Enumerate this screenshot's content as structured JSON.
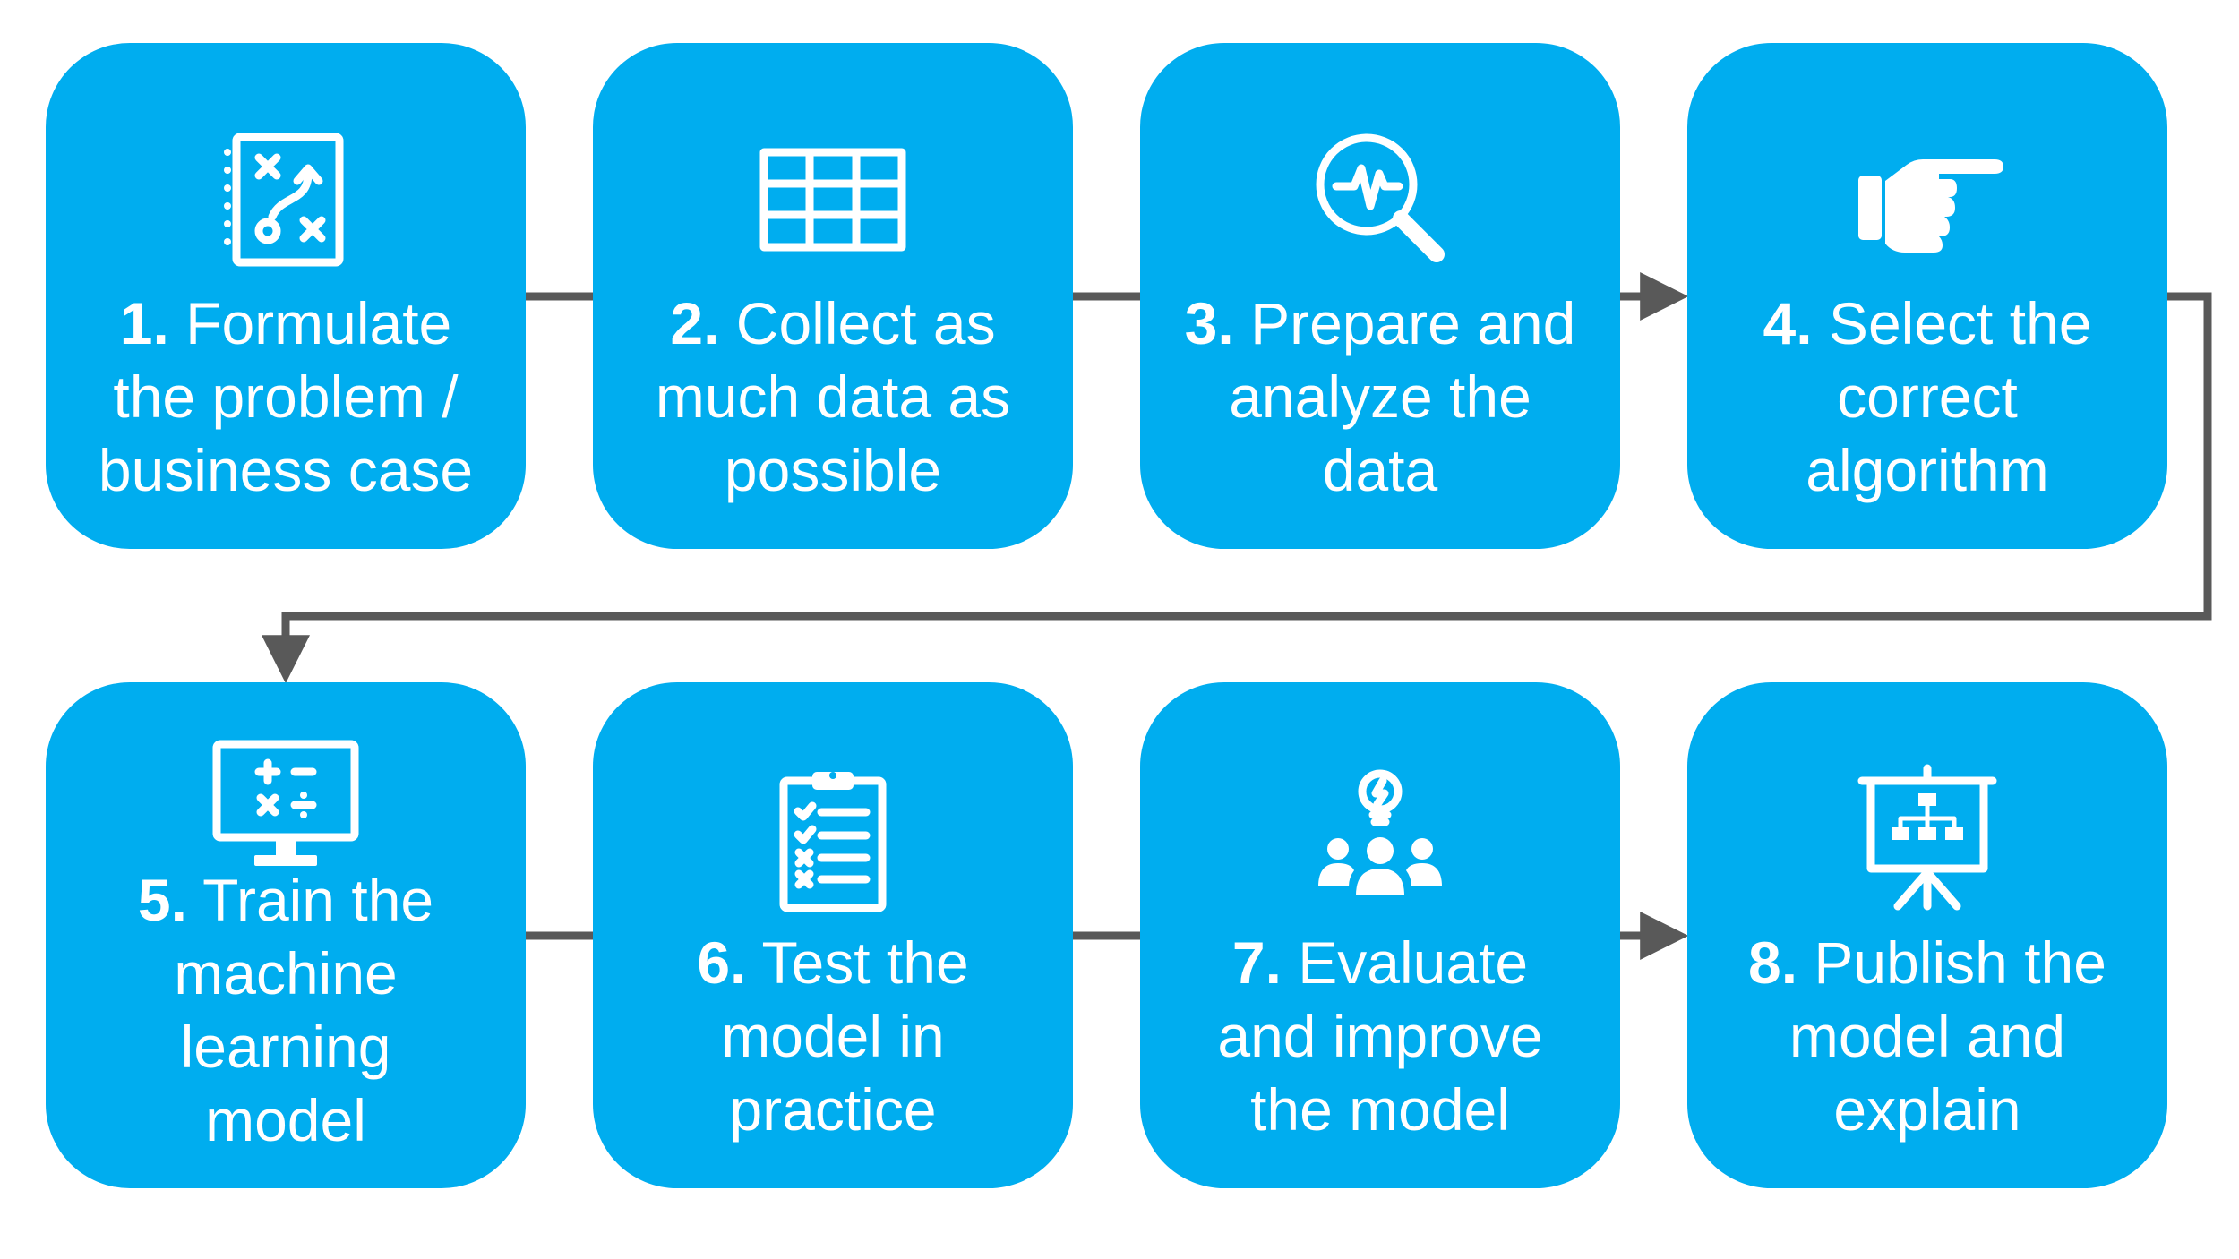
{
  "steps": [
    {
      "number": "1.",
      "lines": [
        "Formulate",
        "the problem /",
        "business case"
      ],
      "icon": "strategy-board-icon"
    },
    {
      "number": "2.",
      "lines": [
        "Collect as",
        "much data as",
        "possible"
      ],
      "icon": "table-grid-icon"
    },
    {
      "number": "3.",
      "lines": [
        "Prepare and",
        "analyze the",
        "data"
      ],
      "icon": "magnifier-pulse-icon"
    },
    {
      "number": "4.",
      "lines": [
        "Select the",
        "correct",
        "algorithm"
      ],
      "icon": "pointing-hand-icon"
    },
    {
      "number": "5.",
      "lines": [
        "Train the",
        "machine",
        "learning",
        "model"
      ],
      "icon": "monitor-math-icon"
    },
    {
      "number": "6.",
      "lines": [
        "Test the",
        "model in",
        "practice"
      ],
      "icon": "clipboard-checklist-icon"
    },
    {
      "number": "7.",
      "lines": [
        "Evaluate",
        "and improve",
        "the model"
      ],
      "icon": "team-idea-icon"
    },
    {
      "number": "8.",
      "lines": [
        "Publish the",
        "model and",
        "explain"
      ],
      "icon": "presentation-board-icon"
    }
  ],
  "colors": {
    "box": "#00adef",
    "text": "#ffffff",
    "connector": "#595959"
  }
}
